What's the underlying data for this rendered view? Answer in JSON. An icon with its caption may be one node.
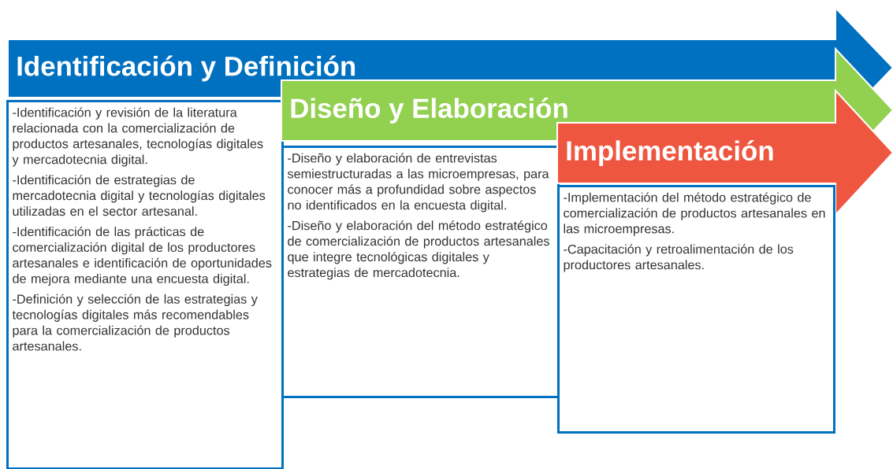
{
  "diagram": {
    "nodes": [
      {
        "text": [
          "Identificación y Definición"
        ]
      },
      {
        "text": [
          "-Identificación y revisión de la literatura relacionada con la comercialización de productos artesanales, tecnologías digitales y mercadotecnia digital.",
          "-Identificación de estrategias de mercadotecnia digital y tecnologías digitales utilizadas en el sector artesanal.",
          "-Identificación de las prácticas de comercialización digital de los productores artesanales e identificación de oportunidades de mejora mediante una encuesta digital.",
          "-Definición y selección de las estrategias y tecnologías digitales más recomendables para la comercialización de productos artesanales."
        ]
      },
      {
        "text": [
          "Diseño y Elaboración"
        ]
      },
      {
        "text": [
          "-Diseño y elaboración de entrevistas semiestructuradas a las microempresas, para conocer más a profundidad sobre aspectos no identificados en la encuesta digital.",
          "-Diseño y elaboración del método estratégico de comercialización de productos artesanales que integre tecnológicas digitales y estrategias de mercadotecnia."
        ]
      },
      {
        "text": [
          "Implementación"
        ]
      },
      {
        "text": [
          "-Implementación del método estratégico de comercialización de productos artesanales en las microempresas.",
          "-Capacitación y retroalimentación de los productores artesanales."
        ]
      }
    ]
  }
}
